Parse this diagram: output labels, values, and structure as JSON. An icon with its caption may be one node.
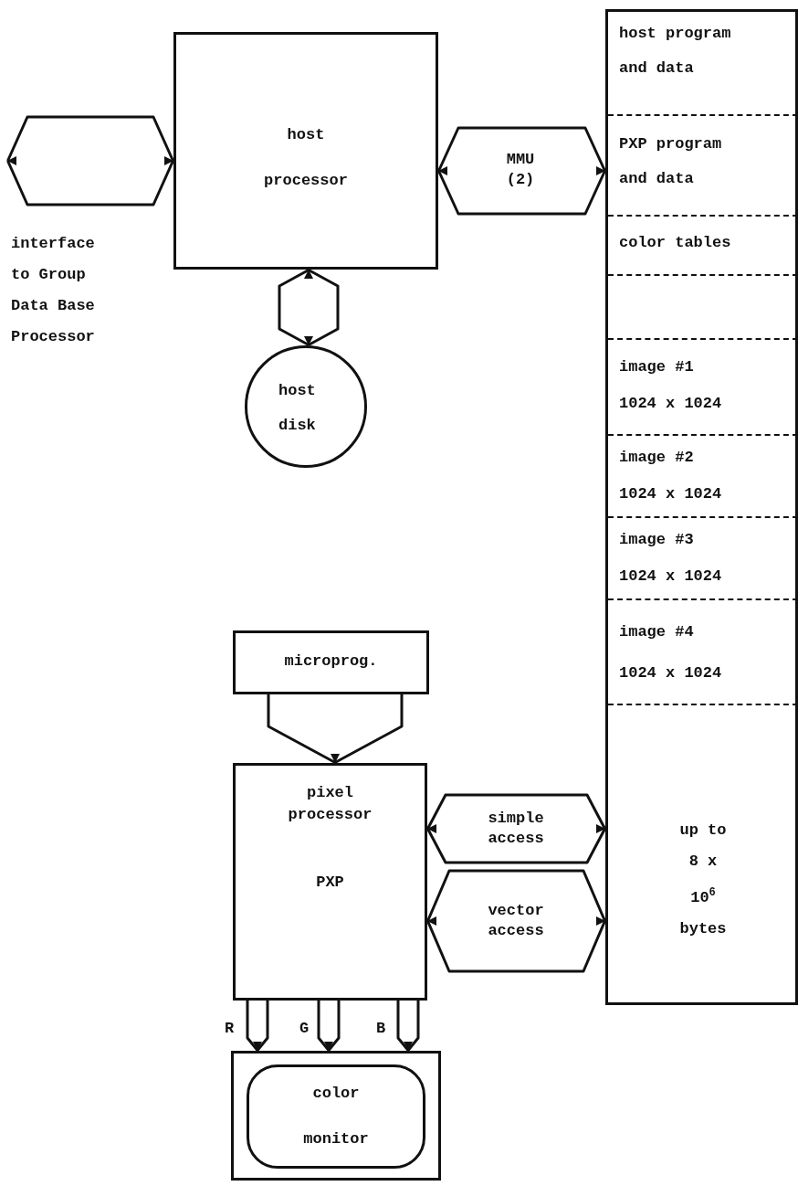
{
  "diagram": {
    "nodes": [
      {
        "text": [
          "host processor"
        ]
      },
      {
        "text": [
          "host disk"
        ]
      },
      {
        "text": [],
        "shape": "box"
      },
      {
        "text": [
          "host program and data"
        ],
        "in": 2
      },
      {
        "text": [
          "PXP program and data"
        ],
        "in": 2
      },
      {
        "text": [
          "color tables"
        ],
        "in": 2
      },
      {
        "text": [],
        "shape": "box",
        "in": 2
      },
      {
        "text": [
          "image #1",
          "1024 x 1024"
        ],
        "in": 2
      },
      {
        "text": [
          "image #2",
          "1024 x 1024"
        ],
        "in": 2
      },
      {
        "text": [
          "image #3",
          "1024 x 1024"
        ],
        "in": 2
      },
      {
        "text": [
          "image #4",
          "1024 x 1024"
        ],
        "in": 2
      },
      {
        "text": [
          "up to 8 x 10$^{6}$ bytes"
        ],
        "in": 2
      },
      {
        "text": [
          "microprog."
        ]
      },
      {
        "text": [
          "pixel processor",
          "PXP"
        ]
      },
      {
        "text": [
          "color monitor"
        ]
      }
    ],
    "edges": [
      {
        "from": null,
        "to": 0,
        "arrow": "both"
      },
      {
        "from": 0,
        "to": 2,
        "arrow": "both",
        "label": "MMU (2)"
      },
      {
        "from": 0,
        "to": 1,
        "arrow": "both"
      },
      {
        "from": 12,
        "to": 13,
        "arrow": "to"
      },
      {
        "from": 13,
        "to": 11,
        "arrow": "both",
        "label": "simple access"
      },
      {
        "from": 13,
        "to": 11,
        "arrow": "both",
        "label": "vector access"
      },
      {
        "from": 13,
        "to": 14,
        "arrow": "to",
        "label": "R"
      },
      {
        "from": 13,
        "to": 14,
        "arrow": "to",
        "label": "G"
      },
      {
        "from": 13,
        "to": 14,
        "arrow": "to",
        "label": "B"
      }
    ],
    "labels": [
      "interface to Group Data Base Processor"
    ]
  }
}
